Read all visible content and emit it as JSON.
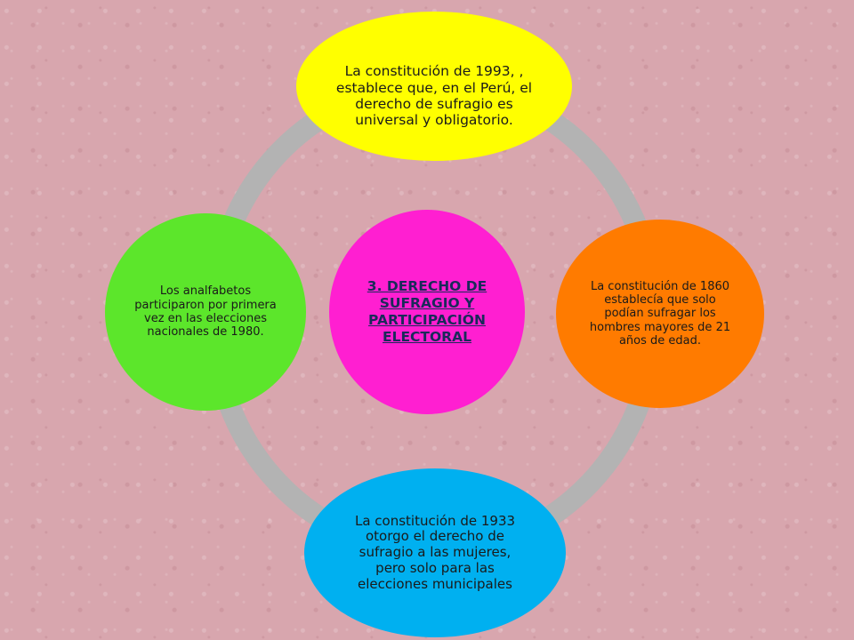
{
  "diagram": {
    "center": {
      "text": "3. DERECHO DE SUFRAGIO Y PARTICIPACIÓN ELECTORAL",
      "color": "#ff1fd1"
    },
    "nodes": [
      {
        "id": "top",
        "text": "La constitución de 1993, , establece que, en el Perú, el derecho de sufragio es universal y obligatorio.",
        "color": "#ffff00"
      },
      {
        "id": "right",
        "text": "La constitución de 1860 establecía que solo podían sufragar los hombres mayores de 21 años de edad.",
        "color": "#ff7b00"
      },
      {
        "id": "bottom",
        "text": "La constitución de 1933 otorgo el derecho de sufragio a las mujeres, pero solo para las elecciones municipales",
        "color": "#00b0f0"
      },
      {
        "id": "left",
        "text": "Los analfabetos participaron por primera vez en las elecciones nacionales de 1980.",
        "color": "#5ce62b"
      }
    ],
    "ring_color": "#b3b3b3",
    "background_color": "#d8a6ae"
  }
}
